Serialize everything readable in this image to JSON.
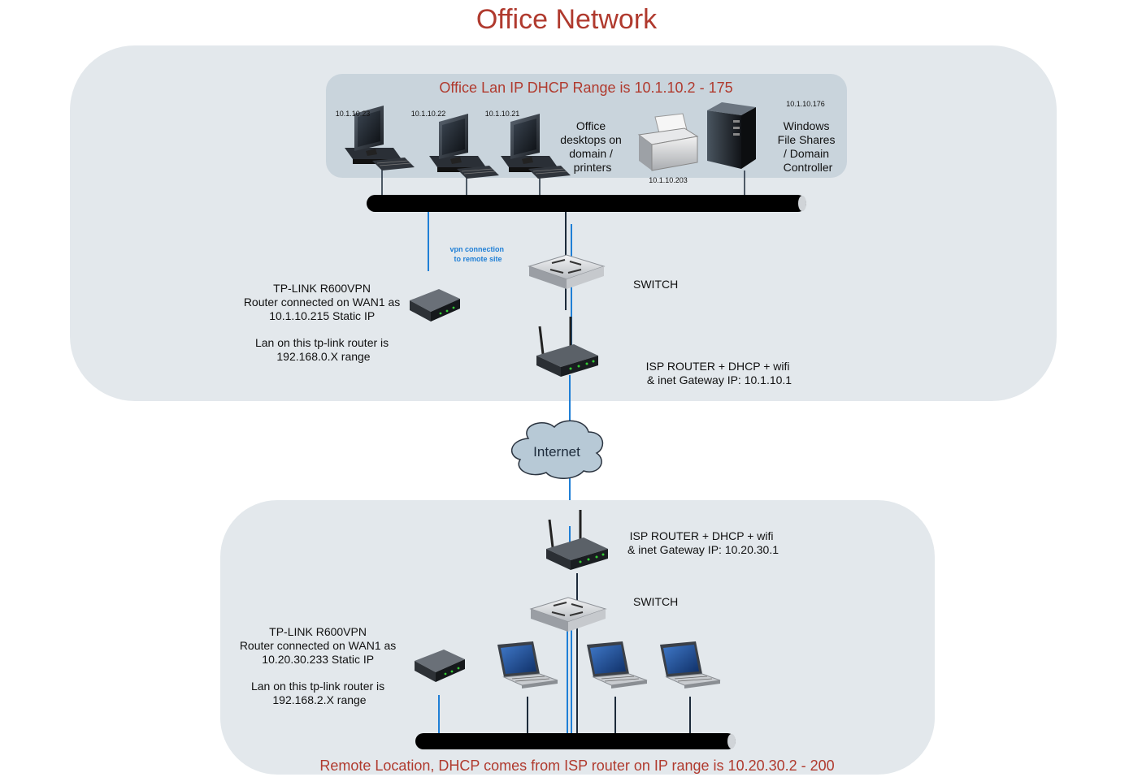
{
  "title": "Office Network",
  "colors": {
    "title": "#b03a2e",
    "zone_bg": "#e3e8ec",
    "lan_bg": "#c9d4dc",
    "bus": "#000000",
    "vpn_link": "#1f7fd6",
    "link": "#1c2a3a",
    "cloud": "#b7c9d6"
  },
  "office": {
    "lan_label": "Office Lan IP DHCP Range is 10.1.10.2 - 175",
    "desktops": [
      {
        "ip": "10.1.10.23"
      },
      {
        "ip": "10.1.10.22"
      },
      {
        "ip": "10.1.10.21"
      }
    ],
    "desktops_label": [
      "Office",
      "desktops on",
      "domain /",
      "printers"
    ],
    "printer_ip": "10.1.10.203",
    "server_ip": "10.1.10.176",
    "server_label": [
      "Windows",
      "File Shares",
      "/ Domain",
      "Controller"
    ],
    "vpn_label": [
      "vpn connection",
      "to remote site"
    ],
    "switch_label": "SWITCH",
    "tplink_label": [
      "TP-LINK R600VPN",
      "Router connected on WAN1 as",
      "10.1.10.215 Static IP",
      "",
      "Lan on this tp-link router is",
      "192.168.0.X range"
    ],
    "isp_label": [
      "ISP ROUTER + DHCP  + wifi",
      "& inet Gateway IP: 10.1.10.1"
    ]
  },
  "internet_label": "Internet",
  "remote": {
    "isp_label": [
      "ISP ROUTER + DHCP + wifi",
      "& inet Gateway IP: 10.20.30.1"
    ],
    "switch_label": "SWITCH",
    "tplink_label": [
      "TP-LINK R600VPN",
      "Router connected on WAN1 as",
      "10.20.30.233 Static IP",
      "",
      "Lan on this tp-link router is",
      "192.168.2.X range"
    ],
    "footer_label": "Remote Location, DHCP comes from ISP router on IP range is 10.20.30.2 - 200"
  }
}
